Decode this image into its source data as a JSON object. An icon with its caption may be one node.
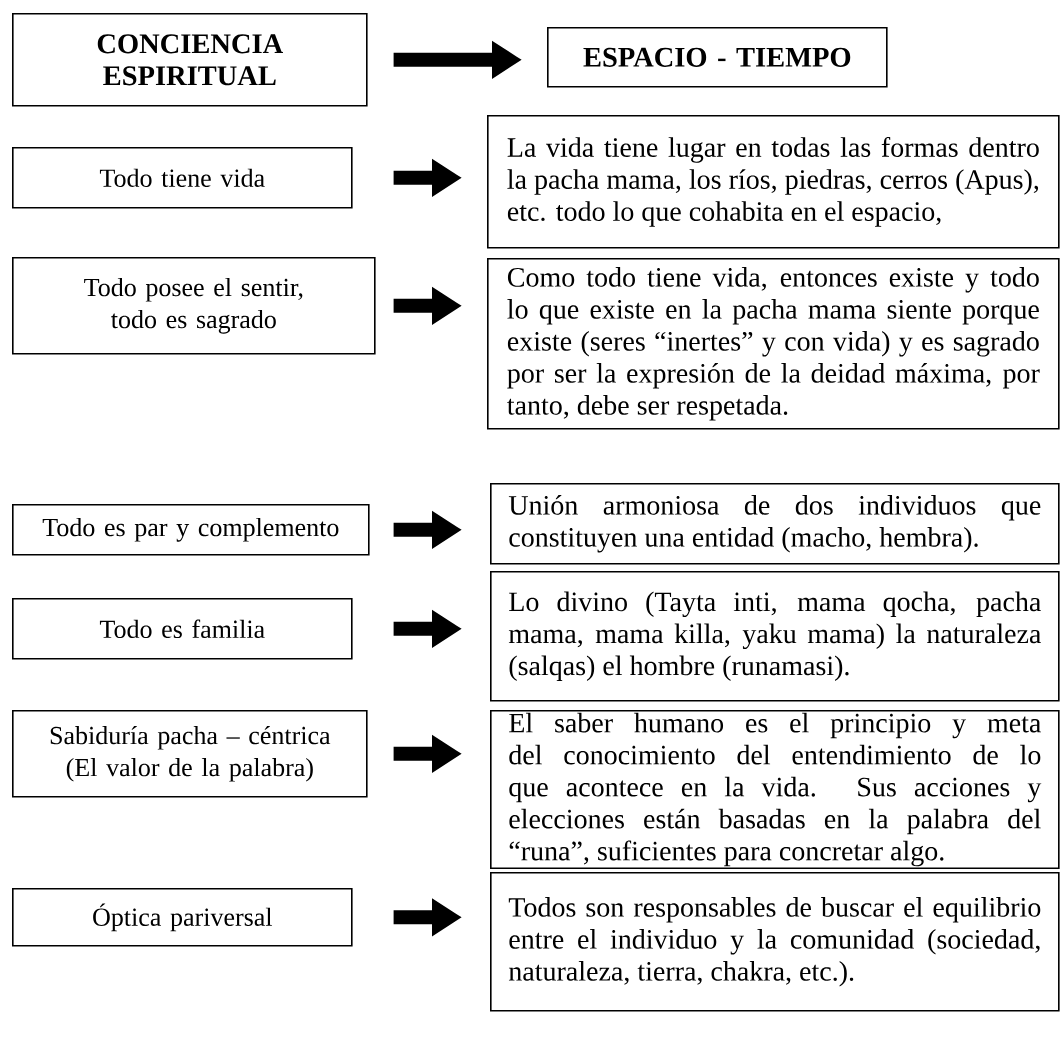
{
  "diagram": {
    "nodes": [
      {
        "text": [
          "CONCIENCIA ESPIRITUAL"
        ]
      },
      {
        "text": [
          "ESPACIO - TIEMPO"
        ]
      },
      {
        "text": [
          "Todo tiene vida"
        ]
      },
      {
        "text": [
          "La vida tiene lugar en todas las formas dentro la pacha mama, los ríos, piedras, cerros (Apus), etc. todo lo que cohabita en el espacio,"
        ]
      },
      {
        "text": [
          "Todo posee el sentir, todo es sagrado"
        ]
      },
      {
        "text": [
          "Como todo tiene vida, entonces existe y todo lo que existe en la pacha mama siente porque existe (seres “inertes” y con vida) y es sagrado por ser la expresión de la deidad máxima, por tanto, debe ser respetada."
        ]
      },
      {
        "text": [
          "Todo es par y complemento"
        ]
      },
      {
        "text": [
          "Unión armoniosa de dos individuos que constituyen una entidad (macho, hembra)."
        ]
      },
      {
        "text": [
          "Todo es familia"
        ]
      },
      {
        "text": [
          "Lo divino (Tayta inti, mama qocha, pacha mama, mama killa, yaku mama) la naturaleza (salqas) el hombre (runamasi)."
        ]
      },
      {
        "text": [
          "Sabiduría pacha – céntrica (El valor de la palabra)"
        ]
      },
      {
        "text": [
          "El saber humano es el principio y meta del conocimiento del entendimiento de lo que acontece en la vida. Sus acciones y elecciones están basadas en la palabra del “runa”, suficientes para concretar algo."
        ]
      },
      {
        "text": [
          "Óptica pariversal"
        ]
      },
      {
        "text": [
          "Todos son responsables de buscar el equilibrio entre el individuo y la comunidad (sociedad, naturaleza, tierra, chakra, etc.)."
        ]
      }
    ],
    "edges": [
      {
        "from": 0,
        "to": 1,
        "arrow": "to"
      },
      {
        "from": 2,
        "to": 3,
        "arrow": "to"
      },
      {
        "from": 4,
        "to": 5,
        "arrow": "to"
      },
      {
        "from": 6,
        "to": 7,
        "arrow": "to"
      },
      {
        "from": 8,
        "to": 9,
        "arrow": "to"
      },
      {
        "from": 10,
        "to": 11,
        "arrow": "to"
      },
      {
        "from": 12,
        "to": 13,
        "arrow": "to"
      }
    ]
  }
}
